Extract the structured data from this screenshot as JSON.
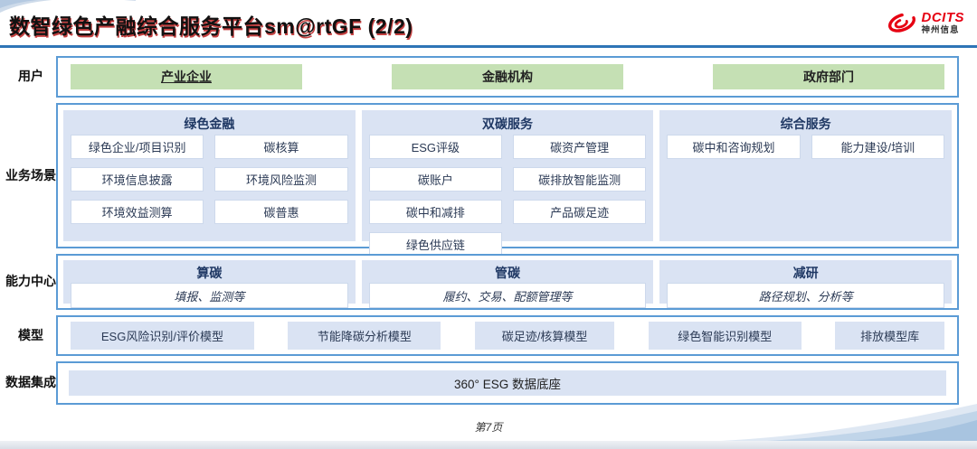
{
  "slide": {
    "title": "数智绿色产融综合服务平台sm@rtGF (2/2)",
    "page_number": "第7页"
  },
  "logo": {
    "brand": "DCITS",
    "company": "神州信息"
  },
  "users": {
    "label": "用户",
    "items": [
      "产业企业",
      "金融机构",
      "政府部门"
    ]
  },
  "scenarios": {
    "label": "业务场景",
    "columns": [
      {
        "title": "绿色金融",
        "items": [
          "绿色企业/项目识别",
          "碳核算",
          "环境信息披露",
          "环境风险监测",
          "环境效益测算",
          "碳普惠"
        ]
      },
      {
        "title": "双碳服务",
        "items": [
          "ESG评级",
          "碳资产管理",
          "碳账户",
          "碳排放智能监测",
          "碳中和减排",
          "产品碳足迹",
          "绿色供应链"
        ]
      },
      {
        "title": "综合服务",
        "items": [
          "碳中和咨询规划",
          "能力建设/培训"
        ]
      }
    ]
  },
  "capabilities": {
    "label": "能力中心",
    "columns": [
      {
        "title": "算碳",
        "detail": "填报、监测等"
      },
      {
        "title": "管碳",
        "detail": "履约、交易、配额管理等"
      },
      {
        "title": "减研",
        "detail": "路径规划、分析等"
      }
    ]
  },
  "models": {
    "label": "模型",
    "items": [
      "ESG风险识别/评价模型",
      "节能降碳分析模型",
      "碳足迹/核算模型",
      "绿色智能识别模型",
      "排放模型库"
    ]
  },
  "data_layer": {
    "label": "数据集成",
    "items": [
      "360° ESG 数据底座"
    ]
  },
  "colors": {
    "accent_blue": "#2e75b6",
    "border_blue": "#5b9bd5",
    "panel_lavender": "#dae3f3",
    "user_green": "#c5e0b4",
    "title_shadow_red": "#b00000",
    "logo_red": "#e60012"
  }
}
